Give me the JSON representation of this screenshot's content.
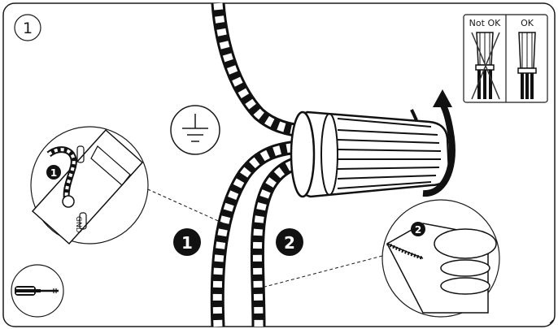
{
  "step_number": "1",
  "callouts": {
    "wire_1": "1",
    "wire_2": "2",
    "inset_1": "1",
    "inset_2": "2"
  },
  "comparison_panel": {
    "not_ok_label": "Not OK",
    "ok_label": "OK"
  },
  "ground_label_vertical": "GND",
  "icons": {
    "ground": "ground-symbol-icon",
    "screwdriver": "screwdriver-icon",
    "rotate_arrow": "clockwise-arrow-icon",
    "wire_nut": "wire-nut-icon"
  }
}
